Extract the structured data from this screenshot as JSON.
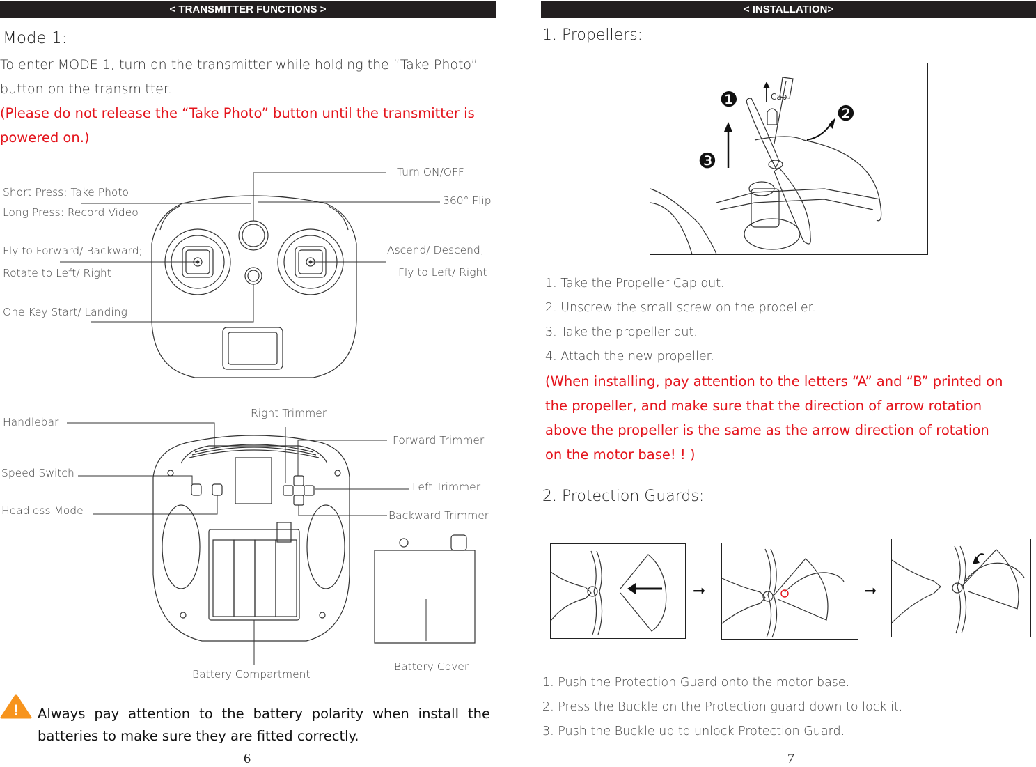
{
  "left": {
    "header": "< TRANSMITTER FUNCTIONS >",
    "mode_title": "Mode 1:",
    "intro_1": "To enter MODE 1, turn on the transmitter while holding the “Take Photo”",
    "intro_2": "button on the transmitter.",
    "warn_1": "(Please do not release the “Take Photo” button until the transmitter is",
    "warn_2": "powered on.)",
    "front_labels": {
      "turn_on_off": "Turn ON/OFF",
      "short_press": "Short Press: Take Photo",
      "long_press": "Long Press: Record Video",
      "flip": "360° Flip",
      "fly_fwd": "Fly to Forward/ Backward;",
      "rotate": "Rotate to Left/ Right",
      "ascend": "Ascend/ Descend;",
      "fly_lr": "Fly to Left/ Right",
      "one_key": "One Key Start/ Landing"
    },
    "back_labels": {
      "handlebar": "Handlebar",
      "right_trimmer": "Right Trimmer",
      "forward_trimmer": "Forward Trimmer",
      "speed_switch": "Speed Switch",
      "left_trimmer": "Left Trimmer",
      "headless": "Headless Mode",
      "backward_trimmer": "Backward Trimmer",
      "battery_compartment": "Battery Compartment",
      "battery_cover": "Battery Cover"
    },
    "caution_1": "Always pay attention to the battery polarity when install the",
    "caution_2": "batteries to make sure they are fitted correctly.",
    "warning_glyph": "!",
    "page_number": "6"
  },
  "right": {
    "header": "< INSTALLATION>",
    "section1": "1. Propellers:",
    "cap_label": "Cap",
    "badges": [
      "❶",
      "❷",
      "❸"
    ],
    "steps1": [
      "1. Take the Propeller Cap out.",
      "2. Unscrew the small screw on the propeller.",
      "3. Take the propeller out.",
      "4. Attach the new propeller."
    ],
    "note": [
      "(When installing, pay attention to the letters “A” and “B” printed on",
      "the propeller, and make sure that the direction of arrow rotation",
      "above the propeller is the same as the arrow direction of rotation",
      "on the motor base! ! )"
    ],
    "section2": "2. Protection Guards:",
    "steps2": [
      "1. Push the Protection Guard onto the motor base.",
      "2. Press the Buckle on the Protection guard down to lock it.",
      "3. Push the Buckle up to unlock Protection Guard."
    ],
    "page_number": "7"
  }
}
